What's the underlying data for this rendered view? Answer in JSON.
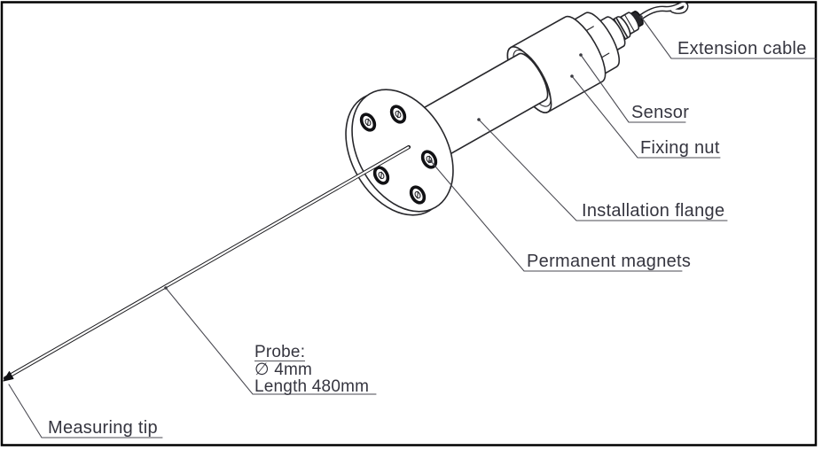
{
  "diagram": {
    "labels": {
      "extension_cable": "Extension cable",
      "sensor": "Sensor",
      "fixing_nut": "Fixing nut",
      "installation_flange": "Installation flange",
      "permanent_magnets": "Permanent magnets",
      "measuring_tip": "Measuring tip",
      "probe_title": "Probe:",
      "probe_diameter": "∅ 4mm",
      "probe_length": "Length 480mm"
    },
    "colors": {
      "background": "#ffffff",
      "border": "#000000",
      "outline": "#27272b",
      "leader_line": "#4a4a52",
      "text": "#35353f"
    }
  }
}
